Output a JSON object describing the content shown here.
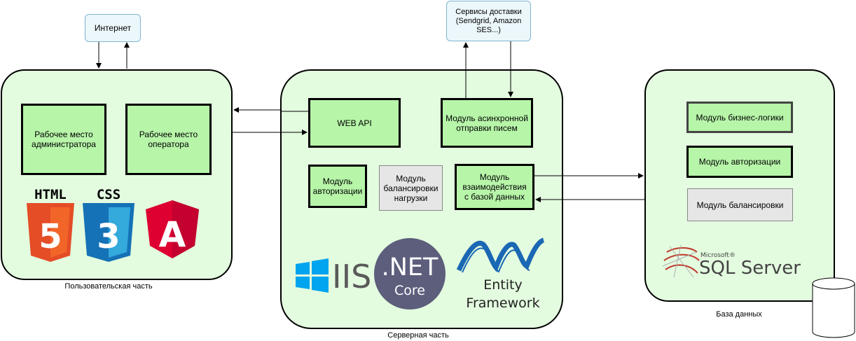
{
  "internet": "Интернет",
  "delivery": "Сервисы доставки (Sendgrid, Amazon SES...)",
  "client": {
    "caption": "Пользовательская часть",
    "admin": "Рабочее место администратора",
    "operator": "Рабочее место оператора",
    "html_label": "HTML",
    "css_label": "CSS",
    "html_num": "5",
    "css_num": "3",
    "angular_letter": "A"
  },
  "server": {
    "caption": "Серверная часть",
    "webapi": "WEB API",
    "async_mail": "Модуль асинхронной отправки писем",
    "auth": "Модуль авторизации",
    "balance": "Модуль балансировки нагрузки",
    "db_interaction": "Модуль взаимодействия с базой данных",
    "iis": "IIS",
    "net_title": ".NET",
    "net_sub": "Core",
    "ef_line1": "Entity",
    "ef_line2": "Framework"
  },
  "database": {
    "caption": "База данных",
    "business": "Модуль бизнес-логики",
    "auth": "Модуль авторизации",
    "balance": "Модуль балансировки",
    "ms_label": "Microsoft®",
    "sql_label": "SQL Server"
  }
}
